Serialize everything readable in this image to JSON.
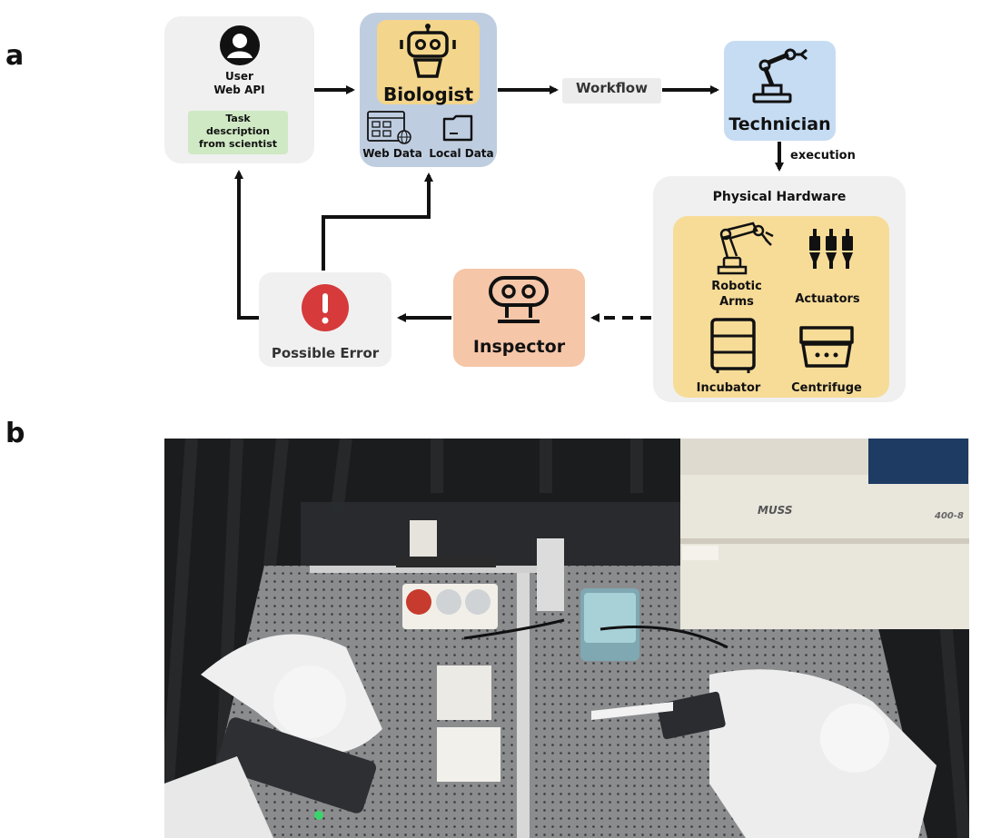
{
  "panels": {
    "a": "a",
    "b": "b"
  },
  "user": {
    "title": "User",
    "subtitle": "Web API",
    "task": [
      "Task",
      "description",
      "from scientist"
    ]
  },
  "biologist": {
    "title": "Biologist",
    "web_data": "Web Data",
    "local_data": "Local Data"
  },
  "workflow": {
    "label": "Workflow"
  },
  "technician": {
    "title": "Technician"
  },
  "execution": {
    "label": "execution"
  },
  "hardware": {
    "title": "Physical Hardware",
    "robotic_arms": [
      "Robotic",
      "Arms"
    ],
    "actuators": "Actuators",
    "incubator": "Incubator",
    "centrifuge": "Centrifuge"
  },
  "inspector": {
    "title": "Inspector"
  },
  "error": {
    "title": "Possible Error"
  },
  "photo": {
    "brand": "MUSS",
    "model_text": "400-8"
  },
  "colors": {
    "gray_box": "#f0f0f0",
    "biologist_outer": "#bfcde0",
    "biologist_inner": "#f3d58b",
    "task_green": "#cfe9c4",
    "technician_blue": "#c6dcf3",
    "hardware_yellow": "#f7dc98",
    "inspector_peach": "#f6c6a8",
    "error_red": "#d63a3a"
  }
}
